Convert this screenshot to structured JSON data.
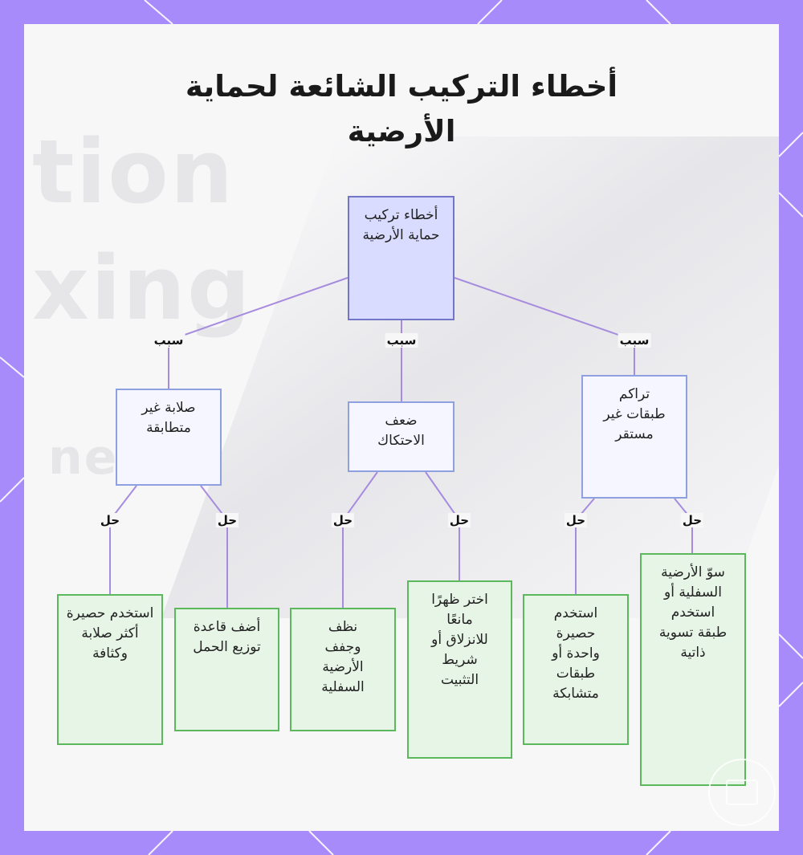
{
  "title": "أخطاء التركيب الشائعة لحماية الأرضية",
  "background": {
    "ghost_words": [
      "tion",
      "xing",
      "ne"
    ]
  },
  "colors": {
    "frame": "#a78bfa",
    "root_fill": "#d9dbff",
    "root_border": "#7276c9",
    "cause_fill": "#f5f6ff",
    "cause_border": "#8ea0e0",
    "solution_fill": "#e7f5e7",
    "solution_border": "#5cb85c",
    "link": "#a78bdf"
  },
  "root": {
    "label": "أخطاء تركيب حماية الأرضية"
  },
  "edge_labels": {
    "cause": "سبب",
    "solution": "حل"
  },
  "causes": [
    {
      "label": "صلابة غير متطابقة",
      "solutions": [
        "استخدم حصيرة أكثر صلابة وكثافة",
        "أضف قاعدة توزيع الحمل"
      ]
    },
    {
      "label": "ضعف الاحتكاك",
      "solutions": [
        "نظف وجفف الأرضية السفلية",
        "اختر ظهرًا مانعًا للانزلاق أو شريط التثبيت"
      ]
    },
    {
      "label": "تراكم طبقات غير مستقر",
      "solutions": [
        "استخدم حصيرة واحدة أو طبقات متشابكة",
        "سوّ الأرضية السفلية أو استخدم طبقة تسوية ذاتية"
      ]
    }
  ],
  "badge": {
    "icon": "badge-icon"
  }
}
